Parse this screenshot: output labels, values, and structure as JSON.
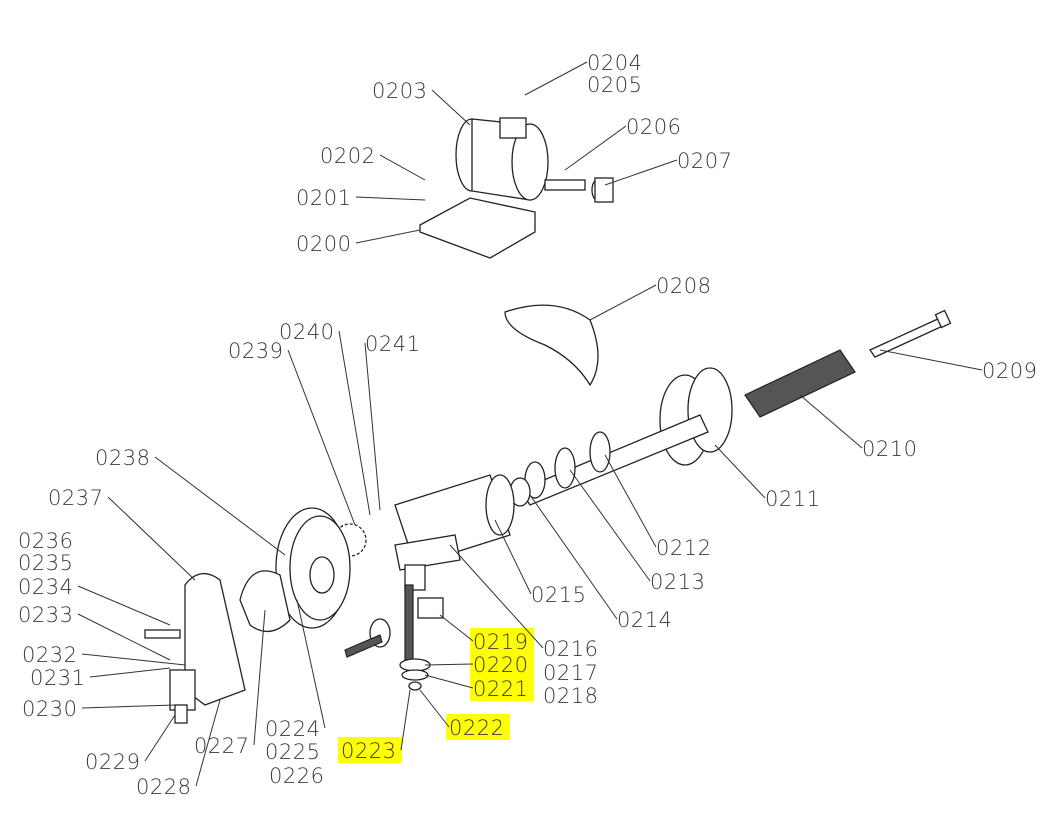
{
  "labels": [
    "0200",
    "0201",
    "0202",
    "0203",
    "0204",
    "0205",
    "0206",
    "0207",
    "0208",
    "0209",
    "0210",
    "0211",
    "0212",
    "0213",
    "0214",
    "0215",
    "0216",
    "0217",
    "0218",
    "0219",
    "0220",
    "0221",
    "0222",
    "0223",
    "0224",
    "0225",
    "0226",
    "0227",
    "0228",
    "0229",
    "0230",
    "0231",
    "0232",
    "0233",
    "0234",
    "0235",
    "0236",
    "0237",
    "0238",
    "0239",
    "0240",
    "0241"
  ],
  "highlighted": [
    "0219",
    "0220",
    "0221",
    "0222",
    "0223"
  ],
  "highlight_color": "#ffff00"
}
